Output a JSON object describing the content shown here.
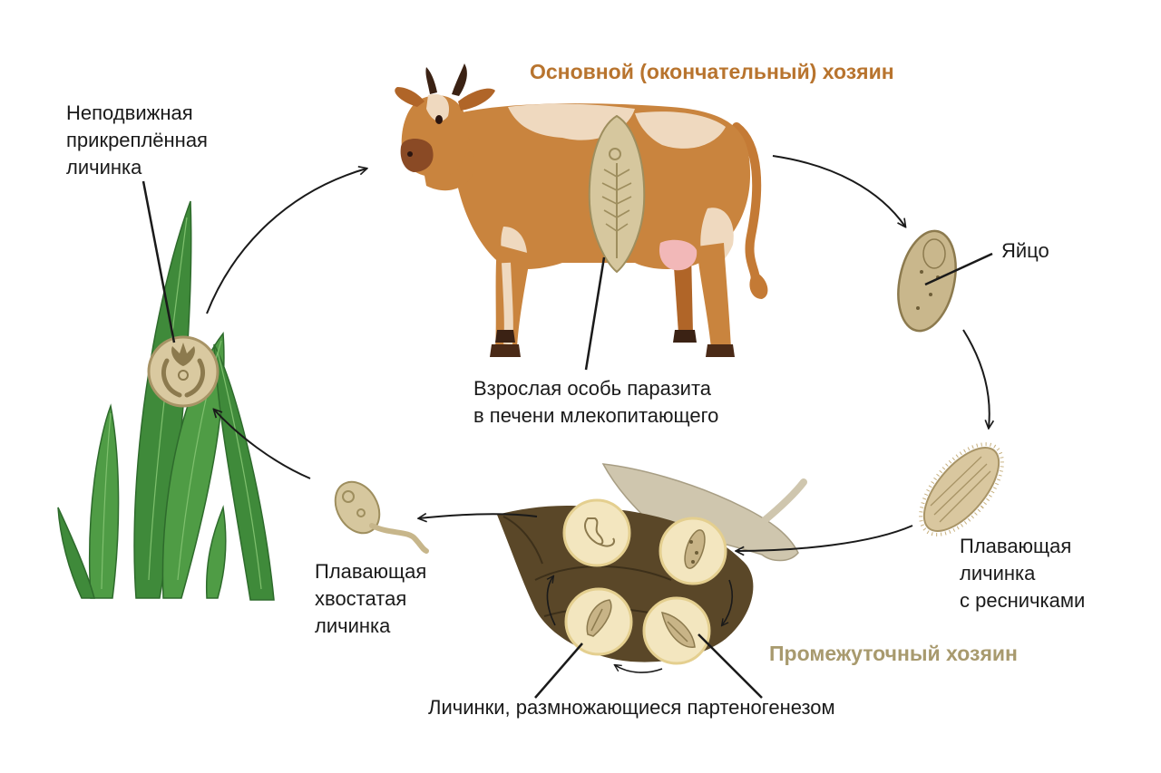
{
  "hosts": {
    "definitive": "Основной (окончательный) хозяин",
    "intermediate": "Промежуточный хозяин"
  },
  "labels": {
    "adult": "Взрослая особь паразита\nв печени млекопитающего",
    "egg": "Яйцо",
    "miracidium": "Плавающая\nличинка\nс ресничками",
    "parthenogenesis": "Личинки, размножающиеся партеногенезом",
    "cercaria": "Плавающая\nхвостатая\nличинка",
    "adolescaria": "Неподвижная\nприкреплённая\nличинка"
  },
  "colors": {
    "definitive_host": "#b8742e",
    "intermediate_host": "#a89a6e",
    "text": "#1a1a1a"
  },
  "icons": [
    "cow-illustration",
    "liver-fluke-icon",
    "egg-icon",
    "miracidium-icon",
    "snail-illustration",
    "redia-icon",
    "cercaria-icon",
    "grass-illustration",
    "cyst-icon"
  ]
}
